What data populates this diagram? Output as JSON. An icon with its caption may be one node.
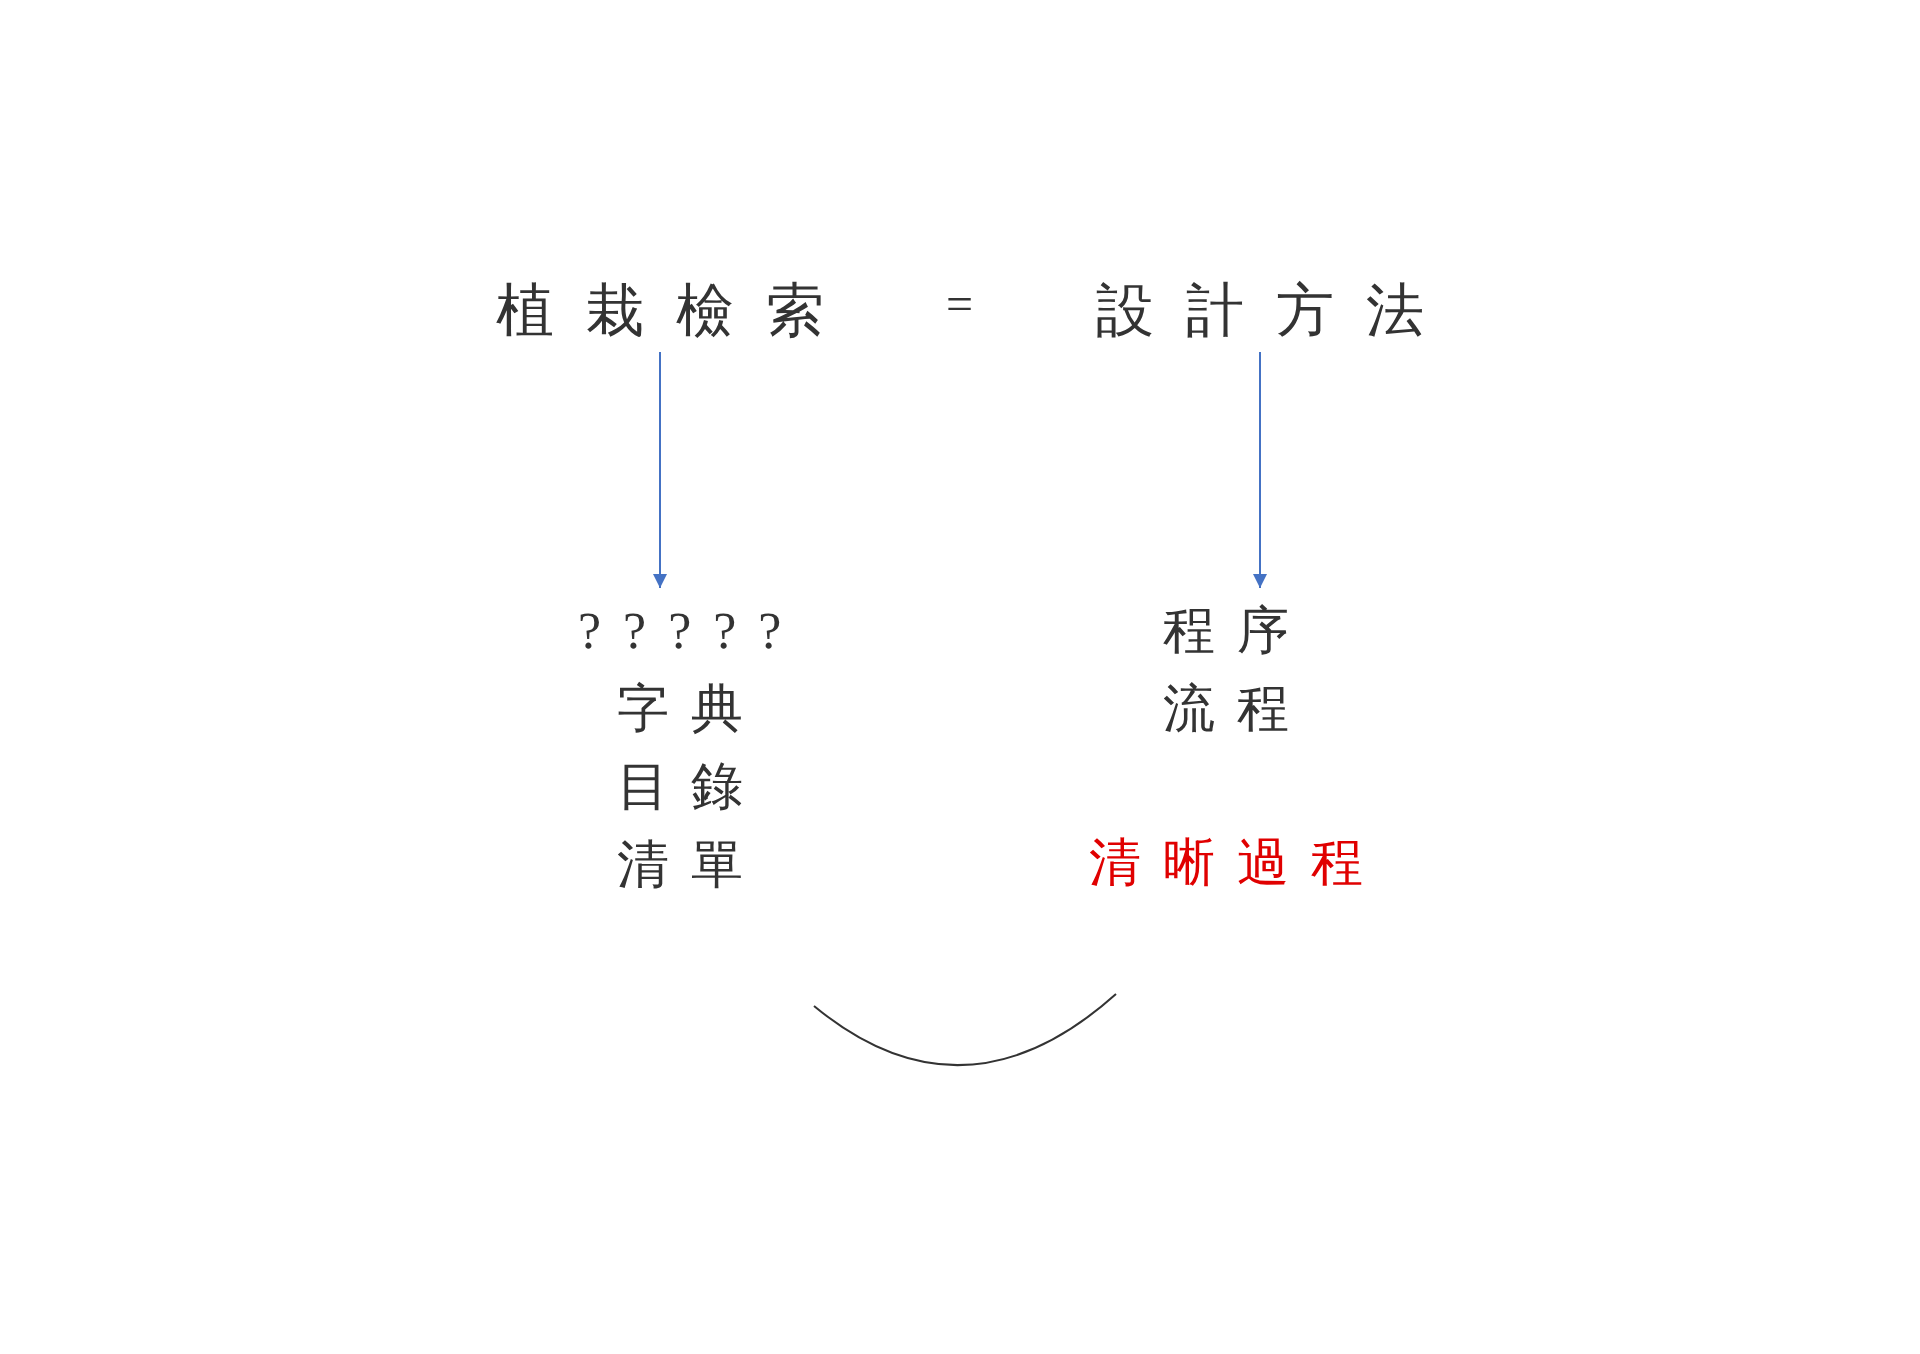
{
  "diagram": {
    "nodes": [
      {
        "text": [
          "植栽檢索"
        ]
      },
      {
        "text": [
          "設計方法"
        ]
      },
      {
        "text": [
          "?????",
          "字典",
          "目錄",
          "清單"
        ]
      },
      {
        "text": [
          "程序",
          "流程",
          "清晰過程"
        ]
      }
    ],
    "edges": [
      {
        "from": 0,
        "to": 2,
        "arrow": "to"
      },
      {
        "from": 1,
        "to": 3,
        "arrow": "to"
      }
    ],
    "labels": [
      "="
    ]
  }
}
